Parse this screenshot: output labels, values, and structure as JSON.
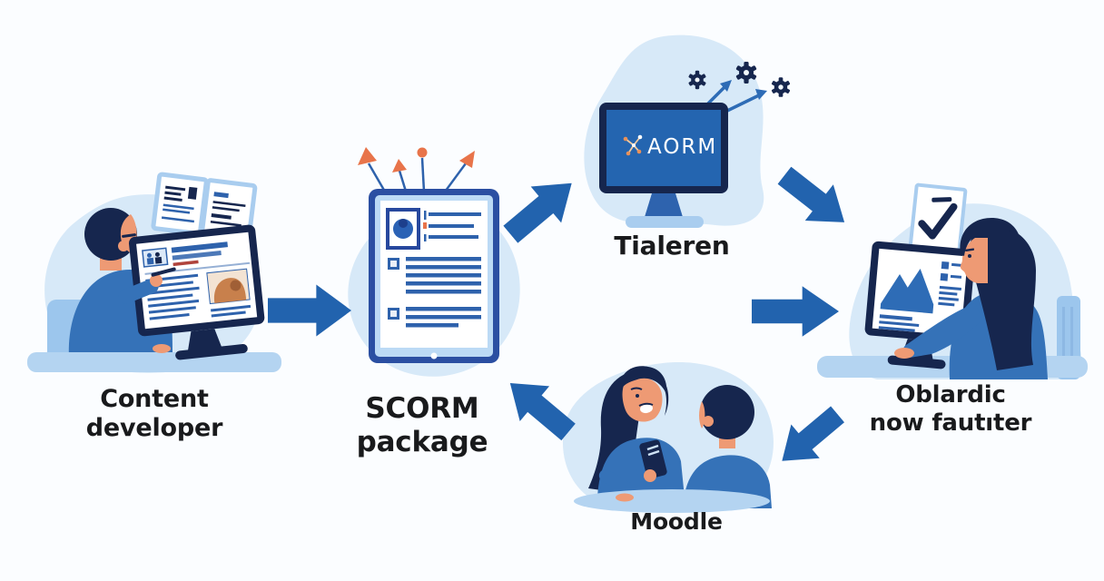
{
  "title": "SCORM content workflow illustration",
  "scenes": {
    "content_developer": {
      "label": "Content developer"
    },
    "scorm_package": {
      "label": "SCORM package"
    },
    "lms_player": {
      "label": "Tialeren",
      "screen_logo": "AORM"
    },
    "reporting": {
      "label_line1": "Oblardic",
      "label_line2": "now fautıter"
    },
    "moodle": {
      "label": "Moodle"
    }
  },
  "icons": {
    "gear-icon": "⚙",
    "checkmark-icon": "✓",
    "pin-arrow-icon": "↗",
    "molecule-icon": "⁂",
    "smartphone-icon": "▯",
    "booklet-icon": "⧉",
    "flow-arrow": "➜"
  },
  "flow_arrows": [
    "developer-to-package",
    "package-to-lms",
    "lms-to-reporting-upper",
    "lms-to-reporting-lower",
    "reporting-to-moodle",
    "moodle-to-package"
  ],
  "colors": {
    "background": "#fbfdff",
    "blob": "#d7e9f8",
    "arrow": "#2263ae",
    "navy": "#16264e",
    "screen_blue": "#2465b0",
    "shirt_blue": "#3572b8",
    "light_blue": "#a9cdef",
    "line_blue": "#2e62ac",
    "desk_blue": "#b4d4f1",
    "chair_blue": "#9cc6ed",
    "tablet_blue": "#2b4fa2",
    "skin": "#ee9a74",
    "orange": "#e8744a",
    "label_text": "#191a1c"
  }
}
